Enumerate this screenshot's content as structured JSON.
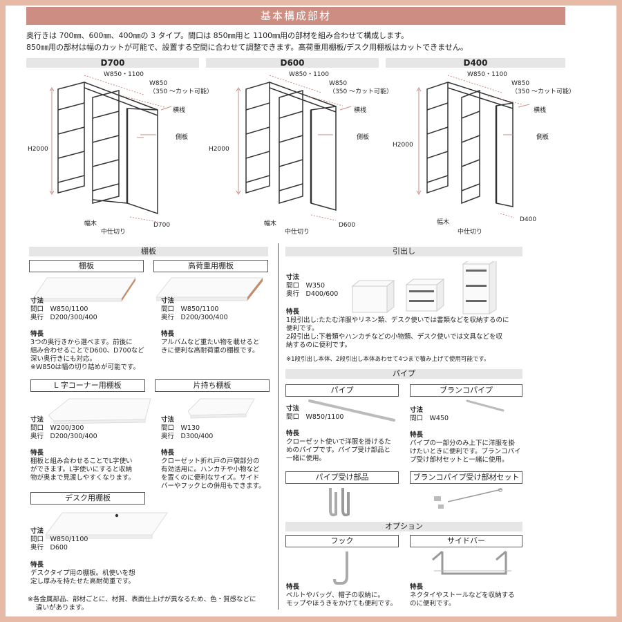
{
  "banner": "基本構成部材",
  "intro": {
    "line1": "奥行きは 700㎜、600㎜、400㎜の 3 タイプ。間口は 850㎜用と 1100㎜用の部材を組み合わせて構成します。",
    "line2": "850㎜用の部材は幅のカットが可能で、設置する空間に合わせて調整できます。高荷重用棚板/デスク用棚板はカットできません。"
  },
  "diagrams": [
    {
      "title": "D700",
      "width_label": "W850・1100",
      "cut_label_1": "W850",
      "cut_label_2": "（350 ～カット可能）",
      "rail": "横桟",
      "side": "側板",
      "height": "H2000",
      "baseboard": "幅木",
      "mid": "中仕切り",
      "depth": "D700"
    },
    {
      "title": "D600",
      "width_label": "W850・1100",
      "cut_label_1": "W850",
      "cut_label_2": "（350 ～カット可能）",
      "rail": "横桟",
      "side": "側板",
      "height": "H2000",
      "baseboard": "幅木",
      "mid": "中仕切り",
      "depth": "D600"
    },
    {
      "title": "D400",
      "width_label": "W850・1100",
      "cut_label_1": "W850",
      "cut_label_2": "（350 ～カット可能）",
      "rail": "横桟",
      "side": "側板",
      "height": "H2000",
      "baseboard": "幅木",
      "mid": "中仕切り",
      "depth": "D400"
    }
  ],
  "common": {
    "size_head": "寸法",
    "feature_head": "特長"
  },
  "shelf": {
    "section": "棚板",
    "shelf": {
      "title": "棚板",
      "s1": "間口　W850/1100",
      "s2": "奥行　D200/300/400",
      "f1": "3つの奥行きから選べます。前後に",
      "f2": "組み合わせることでD600、D700など",
      "f3": "深い奥行きにも対応。",
      "f4": "※W850は幅の切り詰めが可能です。"
    },
    "heavy": {
      "title": "高荷重用棚板",
      "s1": "間口　W850/1100",
      "s2": "奥行　D200/300/400",
      "f1": "アルバムなど重たい物を載せると",
      "f2": "きに便利な高耐荷重の棚板です。"
    },
    "corner": {
      "title": "L 字コーナー用棚板",
      "s1": "間口　W200/300",
      "s2": "奥行　D200/300/400",
      "f1": "棚板と組み合わせることでL字使い",
      "f2": "ができます。L字使いにすると収納",
      "f3": "物が奥まで見渡しやすくなります。"
    },
    "cantilever": {
      "title": "片持ち棚板",
      "s1": "間口　W130",
      "s2": "奥行　D300/400",
      "f1": "クローゼット折れ戸の戸袋部分の",
      "f2": "有効活用に。ハンカチや小物など",
      "f3": "を置くのに便利なサイズ。サイド",
      "f4": "バーやフックとの併用もできます。"
    },
    "desk": {
      "title": "デスク用棚板",
      "s1": "間口　W850/1100",
      "s2": "奥行　D600",
      "f1": "デスクタイプ用の棚板。机使いを想",
      "f2": "定し厚みを持たせた高耐荷重です。"
    }
  },
  "footnote": {
    "l1": "※各金属部品、部材ごとに、材質、表面仕上げが異なるため、色・質感などに",
    "l2": "違いがあります。"
  },
  "drawer": {
    "section": "引出し",
    "s1": "間口　W350",
    "s2": "奥行　D400/600",
    "f1": "1段引出し:たたむ洋服やリネン類、デスク使いでは書類などを収納するのに",
    "f2": "便利です。",
    "f3": "2段引出し:下着類やハンカチなどの小物類、デスク使いでは文具などを収",
    "f4": "納するのに便利です。",
    "note": "※1段引出し本体、2段引出し本体あわせて4つまで積み上げて使用可能です。"
  },
  "pipe": {
    "section": "パイプ",
    "pipe": {
      "title": "パイプ",
      "s1": "間口　W850/1100",
      "f1": "クローゼット使いで洋服を掛けるた",
      "f2": "めのパイプです。パイプ受け部品と",
      "f3": "一緒に使用。"
    },
    "swing": {
      "title": "ブランコパイプ",
      "s1": "間口　W450",
      "f1": "パイプの一部分のみ上下に洋服を掛",
      "f2": "けたいときに便利です。ブランコパイ",
      "f3": "プ受け部材セットと一緒に使用。"
    },
    "bracket": {
      "title": "パイプ受け部品"
    },
    "swing_set": {
      "title": "ブランコパイプ受け部材セット"
    }
  },
  "option": {
    "section": "オプション",
    "hook": {
      "title": "フック",
      "f1": "ベルトやバッグ、帽子の収納に。",
      "f2": "モップやほうきをかけても便利です。"
    },
    "sidebar": {
      "title": "サイドバー",
      "f1": "ネクタイやストールなどを収納する",
      "f2": "のに便利です。"
    }
  }
}
